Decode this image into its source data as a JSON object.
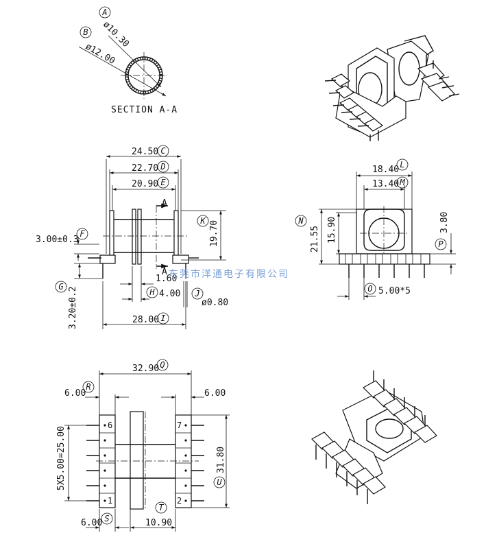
{
  "section": {
    "title": "SECTION A-A",
    "dia_inner": "ø10.30",
    "dia_outer": "ø12.00",
    "label_a": "A",
    "label_b": "B"
  },
  "front": {
    "dim_c": "24.50",
    "dim_d": "22.70",
    "dim_e": "20.90",
    "dim_f": "3.00±0.3",
    "dim_g": "3.20±0.2",
    "dim_k": "19.70",
    "dim_h1": "1.60",
    "dim_h": "4.00",
    "dim_j": "ø0.80",
    "dim_i": "28.00",
    "cut_a": "A",
    "label_c": "C",
    "label_d": "D",
    "label_e": "E",
    "label_f": "F",
    "label_g": "G",
    "label_h": "H",
    "label_i": "I",
    "label_j": "J",
    "label_k": "K"
  },
  "side": {
    "dim_l": "18.40",
    "dim_m": "13.40",
    "dim_n": "21.55",
    "dim_inner_h": "15.90",
    "dim_p": "3.80",
    "dim_o": "5.00*5",
    "label_l": "L",
    "label_m": "M",
    "label_n": "N",
    "label_o": "O",
    "label_p": "P"
  },
  "watermark": "东莞市洋通电子有限公司",
  "bottom": {
    "dim_q": "32.90",
    "dim_r": "6.00",
    "dim_r2": "6.00",
    "dim_s": "6.00",
    "dim_t": "10.90",
    "dim_u": "31.80",
    "dim_pitch": "5X5.00=25.00",
    "label_q": "Q",
    "label_r": "R",
    "label_s": "S",
    "label_t": "T",
    "label_u": "U",
    "pin_1": "1",
    "pin_2": "2",
    "pin_6": "6",
    "pin_7": "7"
  }
}
